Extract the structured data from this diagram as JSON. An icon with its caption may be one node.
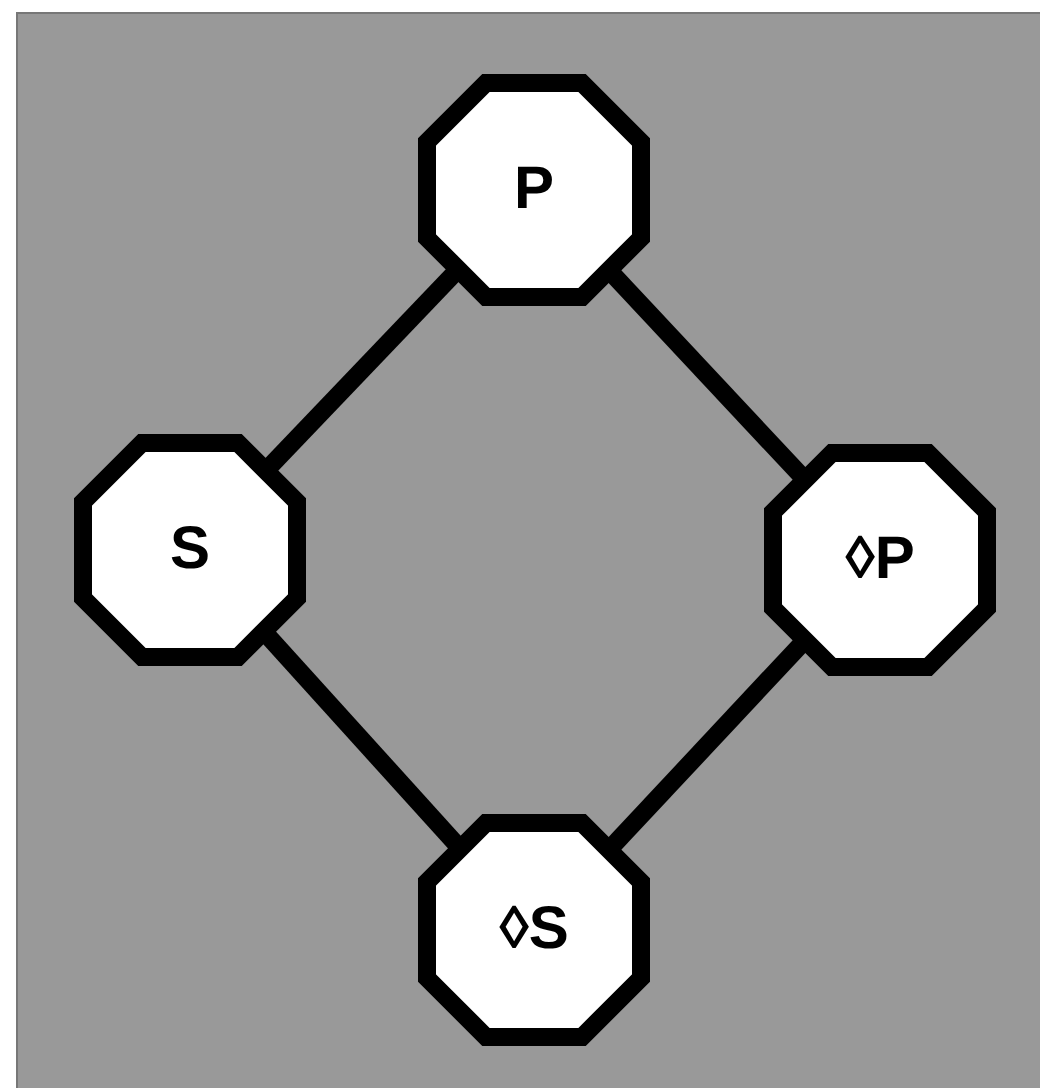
{
  "diagram": {
    "nodes": [
      {
        "text": [
          "P"
        ]
      },
      {
        "text": [
          "S"
        ]
      },
      {
        "text": [
          "◊P"
        ]
      },
      {
        "text": [
          "◊S"
        ]
      }
    ],
    "edges": [
      {
        "from": 0,
        "to": 1,
        "arrow": "none"
      },
      {
        "from": 0,
        "to": 2,
        "arrow": "none"
      },
      {
        "from": 1,
        "to": 3,
        "arrow": "none"
      },
      {
        "from": 2,
        "to": 3,
        "arrow": "none"
      }
    ]
  }
}
